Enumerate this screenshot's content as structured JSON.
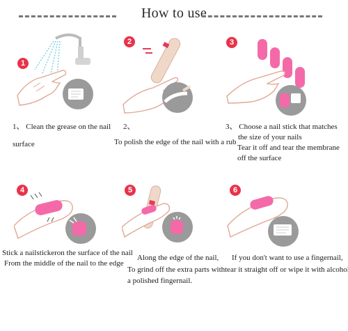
{
  "title": "How to use",
  "steps": [
    {
      "badge": "1",
      "caption": [
        "1、 Clean the grease on the nail",
        "surface"
      ]
    },
    {
      "badge": "2",
      "caption": [
        "2、",
        "To polish the edge of the nail with a rub"
      ]
    },
    {
      "badge": "3",
      "caption": [
        "3、   Choose a nail stick that matches",
        "the size of your nails",
        "Tear it off and tear the membrane",
        "off the surface"
      ]
    },
    {
      "badge": "4",
      "caption": [
        "Stick a nailstickeron the surface of the nail",
        "From the middle of the nail to the edge"
      ]
    },
    {
      "badge": "5",
      "caption": [
        "Along the edge of the nail,",
        "To grind off the extra parts with",
        "a polished fingernail."
      ]
    },
    {
      "badge": "6",
      "caption": [
        "If you don't want to use a fingernail,",
        "tear it straight off or wipe it with alcohol."
      ]
    }
  ]
}
